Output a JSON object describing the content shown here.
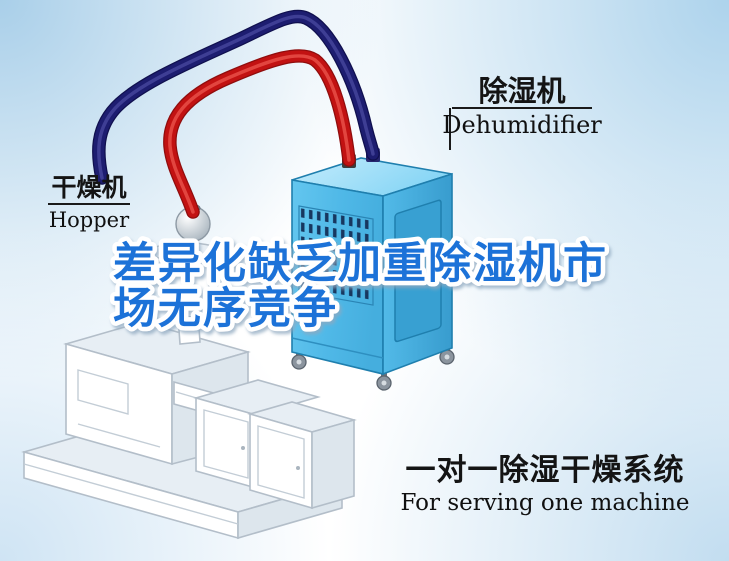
{
  "headline": {
    "line1": "差异化缺乏加重除湿机市",
    "line2": "场无序竞争",
    "color": "#1e72d8"
  },
  "labels": {
    "dehumidifier_zh": "除湿机",
    "dehumidifier_en": "Dehumidifier",
    "hopper_zh": "干燥机",
    "hopper_en": "Hopper"
  },
  "caption": {
    "zh": "一对一除湿干燥系统",
    "en": "For serving one machine"
  },
  "colors": {
    "hose_red": "#c21212",
    "hose_blue": "#1d1d70",
    "dehumidifier_front": "#53bcea",
    "dehumidifier_side": "#3fa6d8",
    "dehumidifier_top": "#a8e2f9",
    "background_tint": "#a9cfe9"
  }
}
